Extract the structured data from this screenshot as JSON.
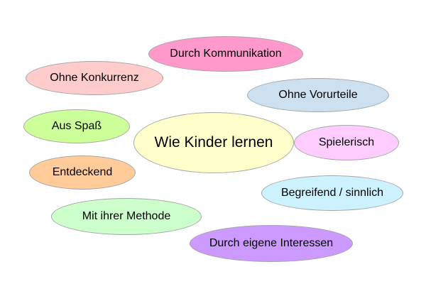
{
  "center": {
    "label": "Wie Kinder lernen",
    "color": "#ffffcc"
  },
  "bubbles": [
    {
      "label": "Durch Kommunikation",
      "color": "#ff99cc"
    },
    {
      "label": "Ohne Konkurrenz",
      "color": "#ffcccc"
    },
    {
      "label": "Ohne Vorurteile",
      "color": "#cce0f0"
    },
    {
      "label": "Aus Spaß",
      "color": "#ccff99"
    },
    {
      "label": "Spielerisch",
      "color": "#ffccff"
    },
    {
      "label": "Entdeckend",
      "color": "#ffcc99"
    },
    {
      "label": "Begreifend / sinnlich",
      "color": "#ccf2ff"
    },
    {
      "label": "Mit ihrer Methode",
      "color": "#ccffcc"
    },
    {
      "label": "Durch eigene Interessen",
      "color": "#cc99ff"
    }
  ]
}
